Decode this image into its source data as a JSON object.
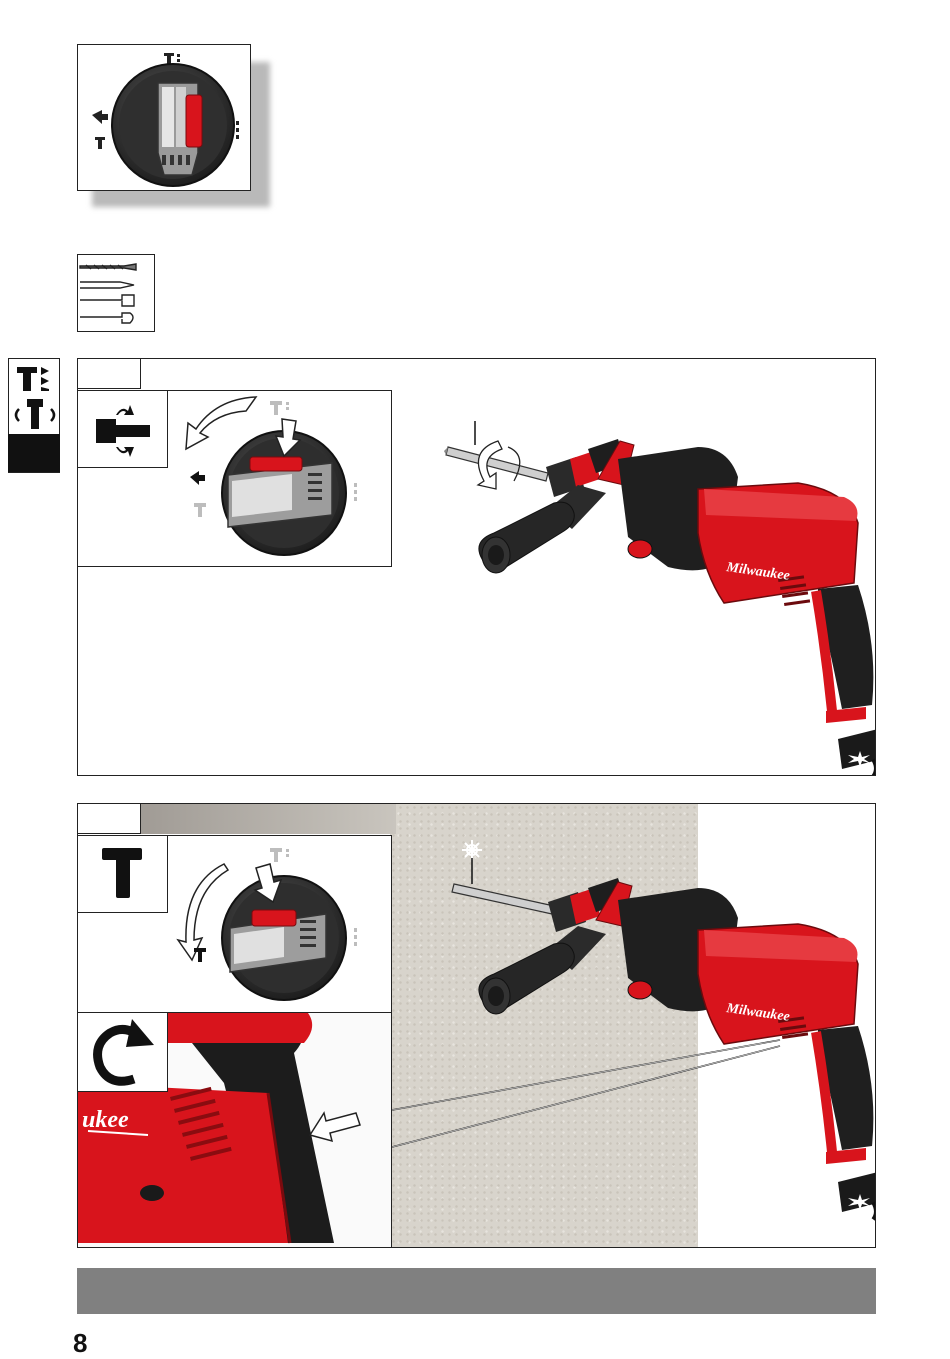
{
  "page": {
    "number": "8"
  },
  "colors": {
    "brand_red": "#d8141c",
    "body_black": "#1b1b1b",
    "wall": "#d9d5cd",
    "footer_bar": "#808080"
  },
  "brand": {
    "logo_text_large": "Milwaukee",
    "logo_text_detail": "ukee"
  },
  "icons": {
    "selector_dial": "mode-selector-dial-icon",
    "bits": "drill-bits-and-chisels-icon",
    "side_tab": "hammer-drill-chisel-mode-tab-icon",
    "chisel_rotate": "chisel-rotate-mode-icon",
    "hammer": "hammer-mode-icon",
    "rotate": "rotate-arrow-icon"
  }
}
